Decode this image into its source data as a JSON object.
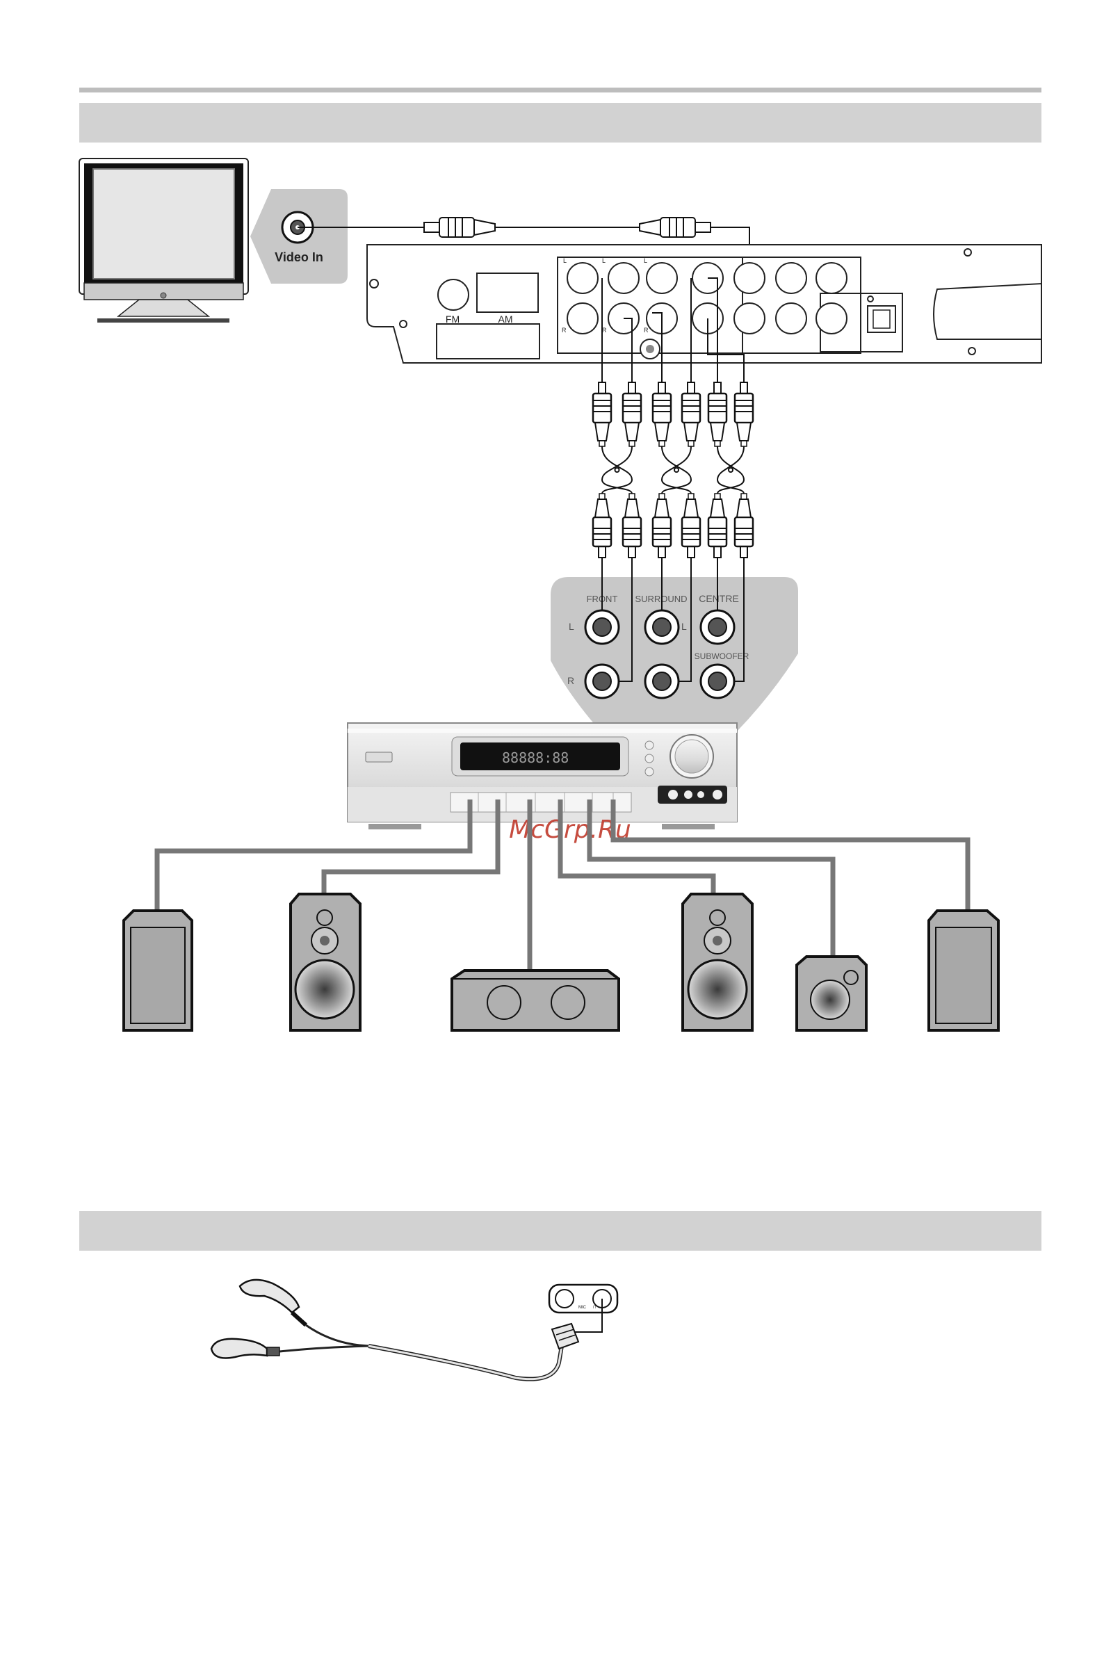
{
  "tv_panel": {
    "video_in_label": "Video In"
  },
  "player_back_panel": {
    "fm_label": "FM",
    "am_label": "AM",
    "jack_l": "L",
    "jack_r": "R"
  },
  "amp_panel": {
    "front_label": "FRONT",
    "surround_label": "SURROUND",
    "centre_label": "CENTRE",
    "subwoofer_label": "SUBWOOFER",
    "left_label": "L",
    "right_label": "R"
  },
  "receiver": {
    "display_text": "88888:88"
  },
  "watermark": "McGrp.Ru",
  "headphone_jack": {
    "mic_label": "MIC"
  },
  "colors": {
    "band": "#d2d2d2",
    "cable": "#777777",
    "panel": "#c8c8c8"
  }
}
